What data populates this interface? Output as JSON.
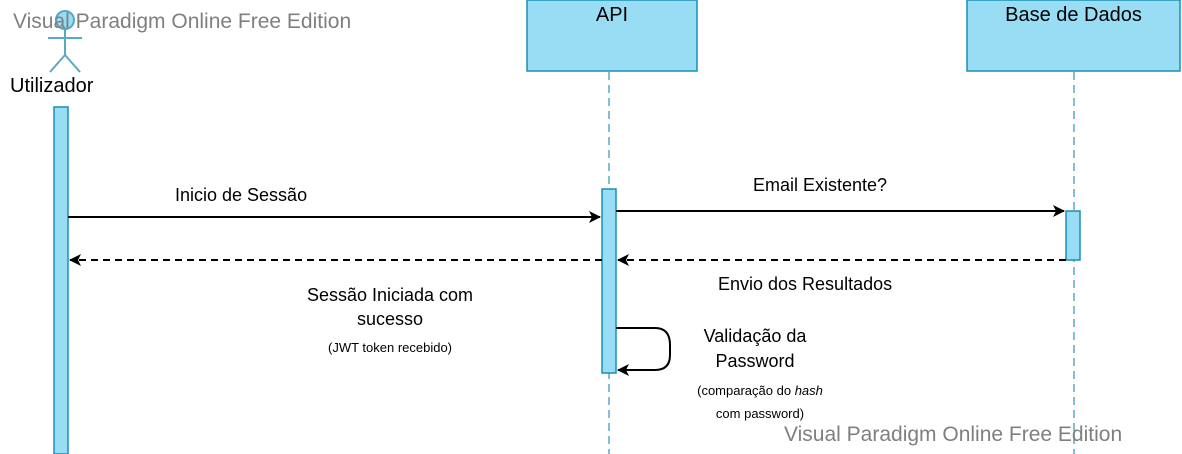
{
  "watermark": "Visual Paradigm Online Free Edition",
  "colors": {
    "fill": "#99DDF5",
    "stroke": "#1A8FB4",
    "lifeline": "#5AA8C4",
    "watermark": "#7F7F7F"
  },
  "actors": {
    "user": {
      "name": "Utilizador"
    },
    "api": {
      "name": "API"
    },
    "database": {
      "name": "Base de Dados"
    }
  },
  "messages": {
    "login": {
      "label": "Inicio de Sessão"
    },
    "email_exists": {
      "label": "Email Existente?"
    },
    "results": {
      "label": "Envio dos Resultados"
    },
    "success": {
      "line1": "Sessão Iniciada com",
      "line2": "sucesso",
      "note": "(JWT token recebido)"
    },
    "validation": {
      "line1": "Validação da",
      "line2": "Password",
      "note_prefix": "(comparação do",
      "note_italic": "hash",
      "note_line2": "com password)"
    }
  }
}
